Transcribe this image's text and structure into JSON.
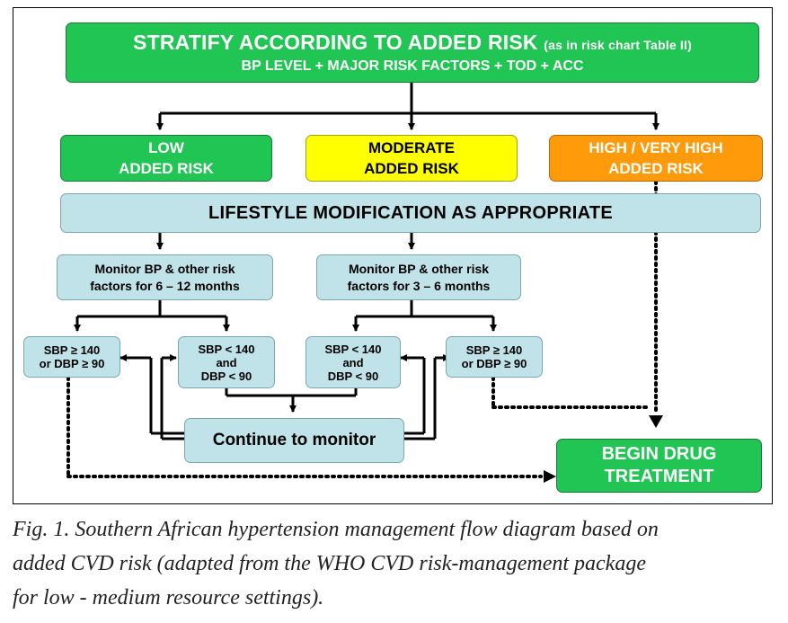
{
  "diagram": {
    "stratify": {
      "title": "STRATIFY ACCORDING TO ADDED RISK",
      "note": "(as in risk chart Table II)",
      "subtitle": "BP LEVEL + MAJOR RISK FACTORS + TOD + ACC"
    },
    "low_risk": {
      "line1": "LOW",
      "line2": "ADDED RISK"
    },
    "moderate_risk": {
      "line1": "MODERATE",
      "line2": "ADDED RISK"
    },
    "high_risk": {
      "line1": "HIGH / VERY HIGH",
      "line2": "ADDED RISK"
    },
    "lifestyle": "LIFESTYLE MODIFICATION AS APPROPRIATE",
    "monitor_low": {
      "line1": "Monitor BP & other risk",
      "line2": "factors for 6 – 12 months"
    },
    "monitor_moderate": {
      "line1": "Monitor BP & other risk",
      "line2": "factors for 3 – 6 months"
    },
    "sbp_high_left": {
      "line1": "SBP ≥ 140",
      "line2": "or DBP ≥ 90"
    },
    "sbp_low_left": {
      "line1": "SBP < 140",
      "line2": "and",
      "line3": "DBP < 90"
    },
    "sbp_low_right": {
      "line1": "SBP < 140",
      "line2": "and",
      "line3": "DBP < 90"
    },
    "sbp_high_right": {
      "line1": "SBP ≥ 140",
      "line2": "or DBP ≥ 90"
    },
    "continue": "Continue to monitor",
    "drug": {
      "line1": "BEGIN DRUG",
      "line2": "TREATMENT"
    }
  },
  "caption": {
    "line1": "Fig. 1. Southern African hypertension management flow diagram based on",
    "line2": "added CVD risk (adapted from the WHO CVD risk-management package",
    "line3": "for low - medium resource settings)."
  },
  "colors": {
    "green": "#21c553",
    "yellow": "#ffff00",
    "orange": "#ff9a0a",
    "light_blue": "#bfe3e8"
  }
}
